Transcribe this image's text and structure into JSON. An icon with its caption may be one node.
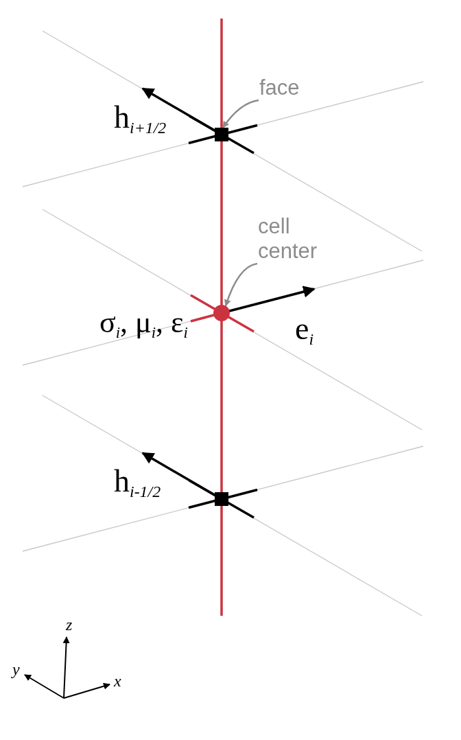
{
  "diagram": {
    "nodes": [
      {
        "text": [
          "face"
        ]
      },
      {
        "text": [],
        "shape": "box"
      },
      {
        "text": [
          "cell center"
        ]
      },
      {
        "text": [],
        "shape": "circle"
      },
      {
        "text": [],
        "shape": "box"
      }
    ],
    "edges": [
      {
        "from": 0,
        "to": 1,
        "arrow": "to"
      },
      {
        "from": 2,
        "to": 3,
        "arrow": "to"
      }
    ],
    "labels": [
      "h$_{i+1/2}$",
      "σ$_{i}$, μ$_{i}$, ε$_{i}$",
      "e$_{i}$",
      "h$_{i-1/2}$",
      "z",
      "y",
      "x"
    ]
  }
}
